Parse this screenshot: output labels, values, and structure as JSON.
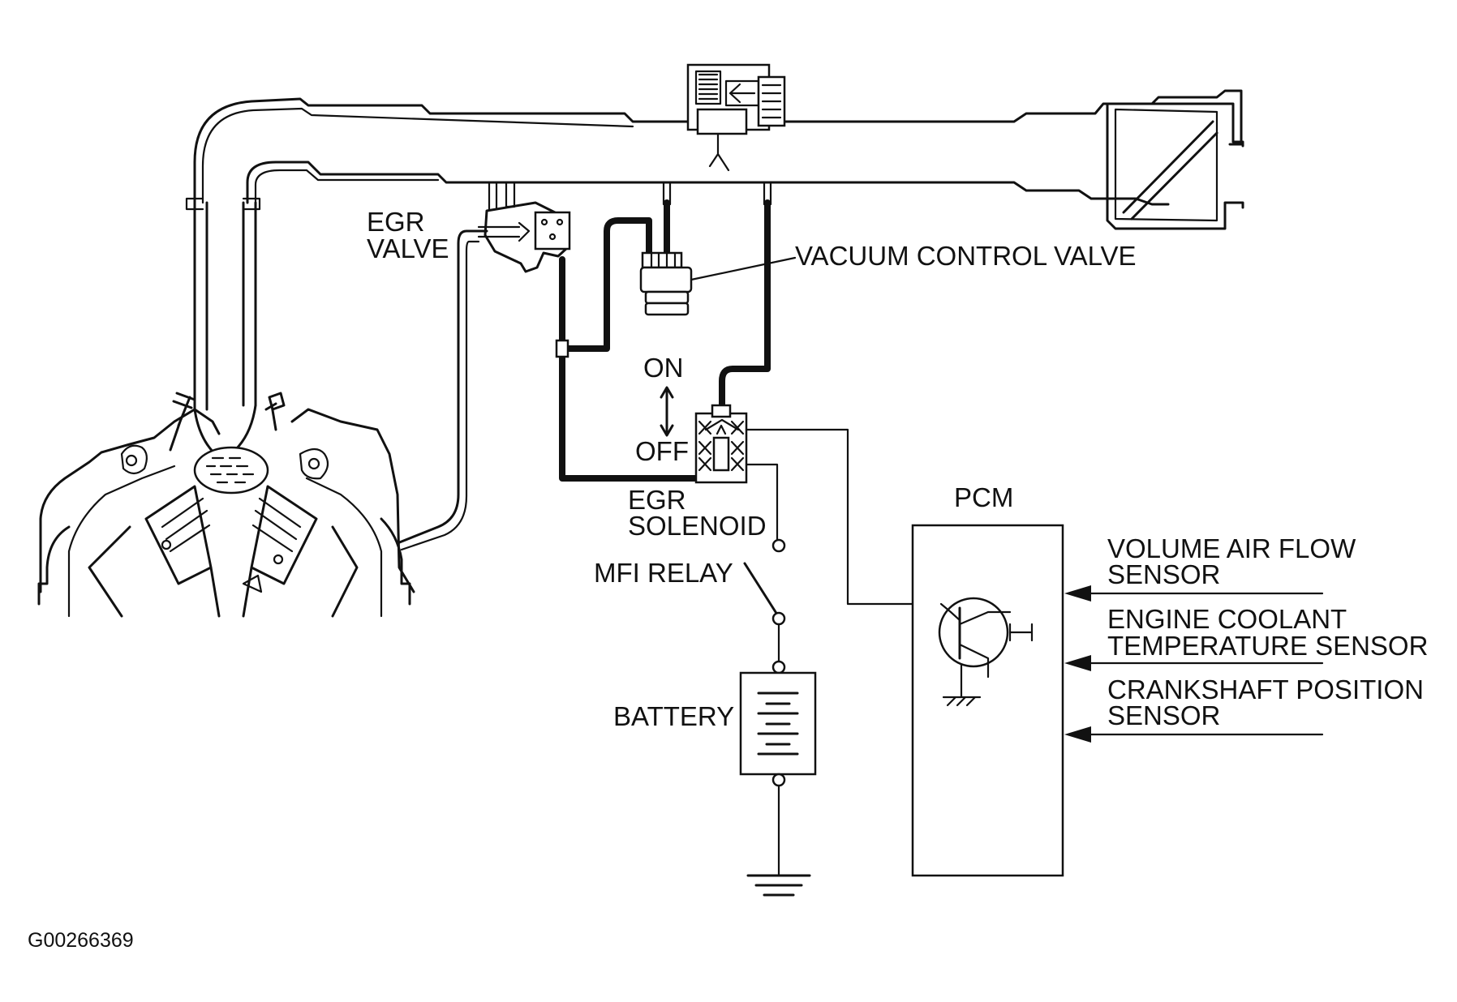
{
  "diagram": {
    "labels": {
      "egr_valve_line1": "EGR",
      "egr_valve_line2": "VALVE",
      "vacuum_control_valve": "VACUUM CONTROL VALVE",
      "on": "ON",
      "off": "OFF",
      "egr_solenoid_line1": "EGR",
      "egr_solenoid_line2": "SOLENOID",
      "mfi_relay": "MFI RELAY",
      "battery": "BATTERY",
      "pcm": "PCM",
      "volume_air_flow_line1": "VOLUME AIR FLOW",
      "volume_air_flow_line2": "SENSOR",
      "engine_coolant_line1": "ENGINE COOLANT",
      "engine_coolant_line2": "TEMPERATURE SENSOR",
      "crankshaft_line1": "CRANKSHAFT POSITION",
      "crankshaft_line2": "SENSOR",
      "figure_code": "G00266369"
    }
  }
}
